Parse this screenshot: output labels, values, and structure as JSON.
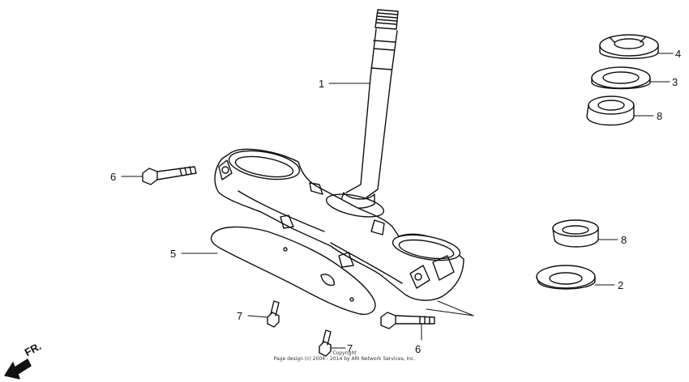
{
  "diagram": {
    "callouts": [
      {
        "id": "stem",
        "number": "1"
      },
      {
        "id": "lower-race-seal",
        "number": "2"
      },
      {
        "id": "dust-seal",
        "number": "3"
      },
      {
        "id": "lock-nut",
        "number": "4"
      },
      {
        "id": "cover-plate",
        "number": "5"
      },
      {
        "id": "pinch-bolt-left",
        "number": "6"
      },
      {
        "id": "pinch-bolt-right",
        "number": "6"
      },
      {
        "id": "cover-bolt-left",
        "number": "7"
      },
      {
        "id": "cover-bolt-right",
        "number": "7"
      },
      {
        "id": "bearing-upper",
        "number": "8"
      },
      {
        "id": "bearing-lower",
        "number": "8"
      }
    ],
    "direction": {
      "label": "FR."
    },
    "copyright": {
      "line1": "Copyright",
      "line2": "Page design (c) 2004 - 2014 by ARI Network Services, Inc."
    }
  }
}
